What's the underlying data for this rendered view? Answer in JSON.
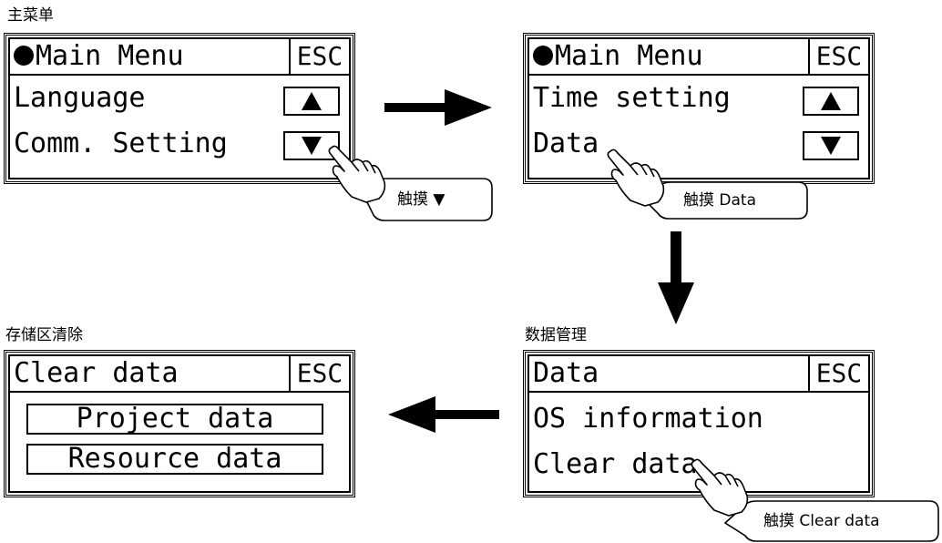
{
  "captions": {
    "main_menu": "主菜单",
    "clear_storage": "存储区清除",
    "data_management": "数据管理"
  },
  "screen1": {
    "title": "Main Menu",
    "esc": "ESC",
    "items": [
      "Language",
      "Comm. Setting"
    ],
    "callout": "触摸 ▼"
  },
  "screen2": {
    "title": "Main Menu",
    "esc": "ESC",
    "items": [
      "Time setting",
      "Data"
    ],
    "callout": "触摸 Data"
  },
  "screen3": {
    "title": "Data",
    "esc": "ESC",
    "items": [
      "OS information",
      "Clear data"
    ],
    "callout": "触摸 Clear data"
  },
  "screen4": {
    "title": "Clear data",
    "esc": "ESC",
    "buttons": [
      "Project data",
      "Resource data"
    ]
  }
}
